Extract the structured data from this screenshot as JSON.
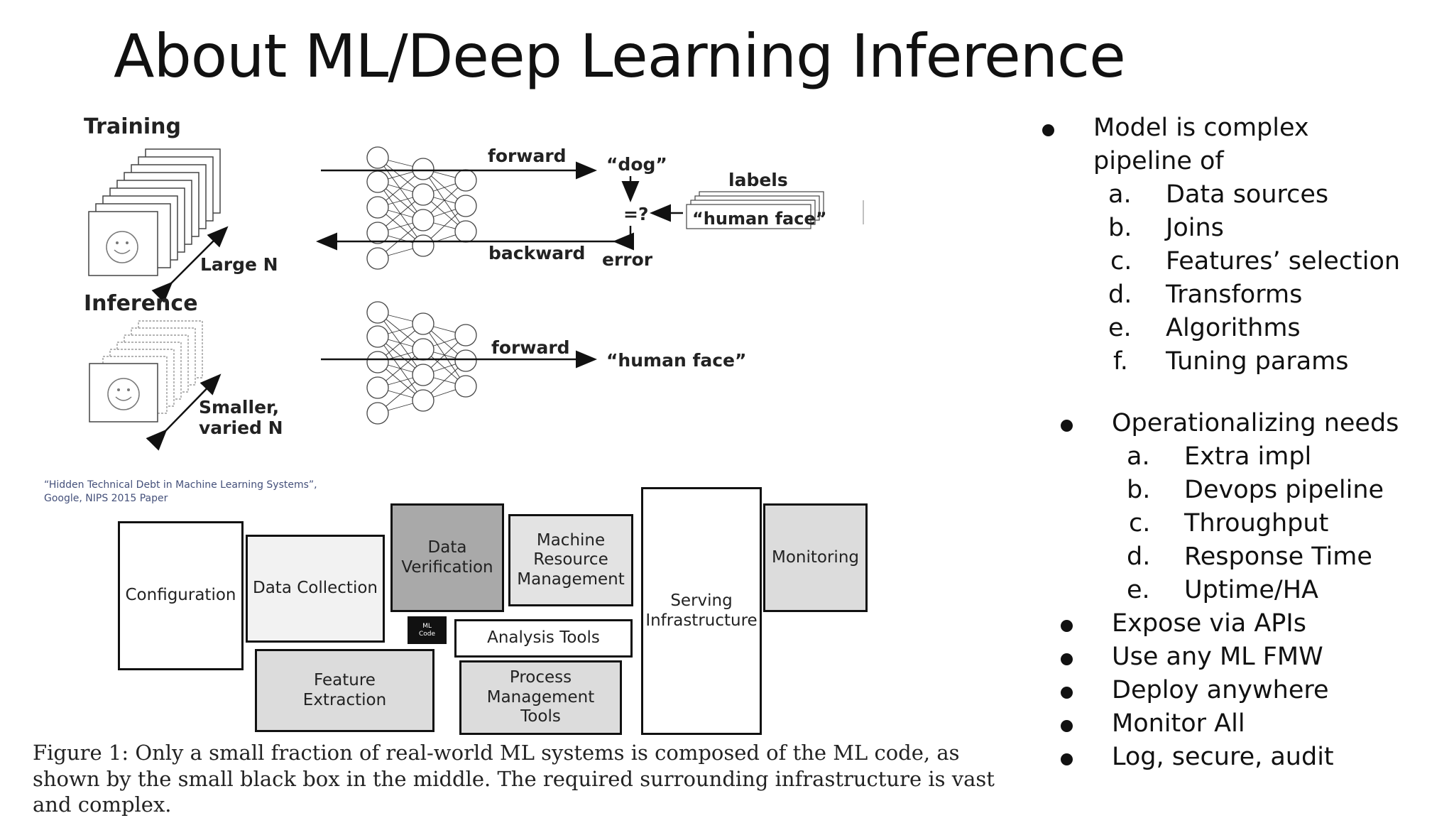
{
  "title": "About ML/Deep Learning Inference",
  "diagram": {
    "training_label": "Training",
    "inference_label": "Inference",
    "large_n": "Large N",
    "smaller_n_line1": "Smaller,",
    "smaller_n_line2": "varied N",
    "forward_label": "forward",
    "backward_label": "backward",
    "forward_label_2": "forward",
    "dog_label": "“dog”",
    "labels_label": "labels",
    "compare_label": "=?",
    "human_face_label": "“human face”",
    "error_label": "error",
    "human_face_output": "“human face”"
  },
  "citation": {
    "line1": "“Hidden Technical Debt in Machine Learning Systems”,",
    "line2": "Google, NIPS 2015 Paper"
  },
  "boxes": {
    "configuration": "Configuration",
    "data_collection": "Data Collection",
    "data_verification": "Data Verification",
    "machine_resource": "Machine Resource Management",
    "monitoring": "Monitoring",
    "serving": "Serving Infrastructure",
    "ml_code_line1": "ML",
    "ml_code_line2": "Code",
    "analysis_tools": "Analysis Tools",
    "feature_extraction": "Feature Extraction",
    "process_management": "Process Management Tools"
  },
  "caption": "Figure 1: Only a small fraction of real-world ML systems is composed of the ML code, as shown by the small black box in the middle. The required surrounding infrastructure is vast and complex.",
  "bullets": {
    "b1_line1": "Model is complex",
    "b1_line2": "pipeline of",
    "b1_items": [
      {
        "marker": "a.",
        "text": "Data sources"
      },
      {
        "marker": "b.",
        "text": "Joins"
      },
      {
        "marker": "c.",
        "text": "Features’ selection"
      },
      {
        "marker": "d.",
        "text": "Transforms"
      },
      {
        "marker": "e.",
        "text": "Algorithms"
      },
      {
        "marker": "f.",
        "text": "Tuning params"
      }
    ],
    "b2": "Operationalizing needs",
    "b2_items": [
      {
        "marker": "a.",
        "text": "Extra impl"
      },
      {
        "marker": "b.",
        "text": "Devops pipeline"
      },
      {
        "marker": "c.",
        "text": "Throughput"
      },
      {
        "marker": "d.",
        "text": "Response Time"
      },
      {
        "marker": "e.",
        "text": "Uptime/HA"
      }
    ],
    "b3": "Expose via APIs",
    "b4": "Use any ML FMW",
    "b5": "Deploy anywhere",
    "b6": "Monitor All",
    "b7": "Log, secure, audit"
  },
  "colors": {
    "box_gray": "#e3e3e3",
    "box_dark": "#a9a9a9",
    "box_light": "#efefef",
    "citation_blue": "#44507a"
  }
}
